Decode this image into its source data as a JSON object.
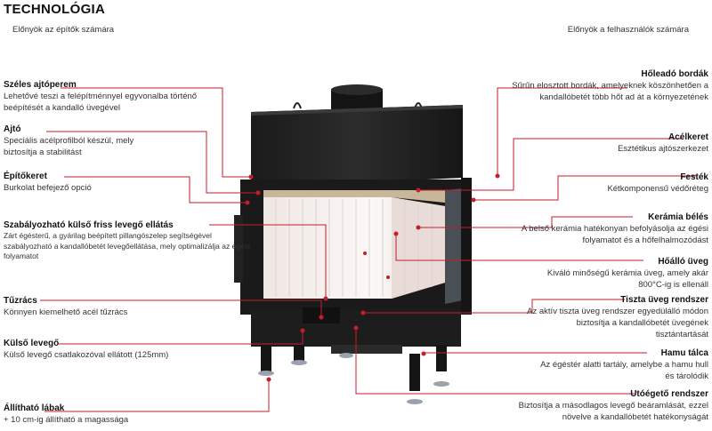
{
  "title": "TECHNOLÓGIA",
  "subtitle_left": "Előnyök az építők számára",
  "subtitle_right": "Előnyök a felhasználók számára",
  "colors": {
    "line": "#c41e2a",
    "body": "#1a1a1a",
    "glass_frame": "#2a2a2a",
    "ceramic": "#f2ecea"
  },
  "left_features": [
    {
      "id": "szeles",
      "title": "Széles ajtóperem",
      "desc": "Lehetővé teszi a felépítménnyel egyvonalba történő beépítését a kandalló üvegével"
    },
    {
      "id": "ajto",
      "title": "Ajtó",
      "desc": "Speciális acélprofilból készül, mely biztosítja a stabilitást"
    },
    {
      "id": "epitokeret",
      "title": "Építőkeret",
      "desc": "Burkolat befejező opció"
    },
    {
      "id": "szabalyozhato",
      "title": "Szabályozható külső friss levegő ellátás",
      "desc": "Zárt égésterű, a gyárilag beépített pillangószelep segítségével szabályozható a kandallóbetét levegőellátása, mely optimalizálja az égési folyamatot"
    },
    {
      "id": "tuzracs",
      "title": "Tűzrács",
      "desc": "Könnyen kiemelhető acél tűzrács"
    },
    {
      "id": "kulso",
      "title": "Külső levegő",
      "desc": "Külső levegő csatlakozóval ellátott (125mm)"
    },
    {
      "id": "allithato",
      "title": "Állítható lábak",
      "desc": "+ 10 cm-ig állítható a magassága"
    }
  ],
  "right_features": [
    {
      "id": "holeado",
      "title": "Hőleadó bordák",
      "desc": "Sűrűn elosztott bordák, amelyeknek köszönhetően a kandallóbetét több hőt ad át a környezetének"
    },
    {
      "id": "acelkeret",
      "title": "Acélkeret",
      "desc": "Esztétikus ajtószerkezet"
    },
    {
      "id": "festek",
      "title": "Festék",
      "desc": "Kétkomponensű védőréteg"
    },
    {
      "id": "keramia",
      "title": "Kerámia bélés",
      "desc": "A belső kerámia hatékonyan befolyásolja az égési folyamatot és a hőfelhalmozódást"
    },
    {
      "id": "hoallo",
      "title": "Hőálló üveg",
      "desc": "Kiváló minőségű kerámia üveg, amely akár 800°C-ig is ellenáll"
    },
    {
      "id": "tiszta",
      "title": "Tiszta üveg rendszer",
      "desc": "Az aktív tiszta üveg rendszer egyedülálló módon biztosítja a kandallóbetét üvegének tisztántartását"
    },
    {
      "id": "hamu",
      "title": "Hamu tálca",
      "desc": "Az égéstér alatti tartály, amelybe a hamu hull és tárolódik"
    },
    {
      "id": "utoegeto",
      "title": "Utóégető rendszer",
      "desc": "Biztosítja a másodlagos levegő beáramlását, ezzel növelve a kandallóbetét hatékonyságát"
    }
  ]
}
